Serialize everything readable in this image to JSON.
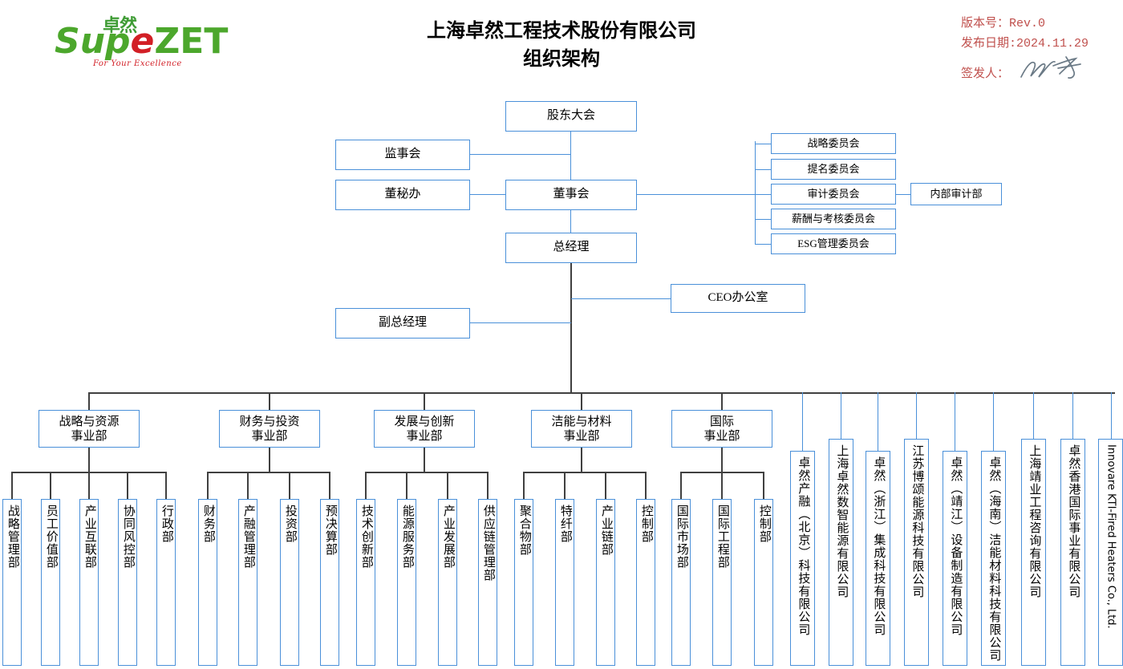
{
  "logo": {
    "chinese_mark": "卓然",
    "word_part1": "Supe",
    "word_part2": "ZET",
    "tagline": "For Your Excellence"
  },
  "header": {
    "title_line1": "上海卓然工程技术股份有限公司",
    "title_line2": "组织架构",
    "version_label": "版本号：Rev.0",
    "release_date_label": "发布日期:2024.11.29",
    "issuer_label": "签发人：",
    "issuer_signature": "handwritten-signature"
  },
  "colors": {
    "box_border": "#4a90d9",
    "connector_blue": "#4a90d9",
    "connector_dark": "#404040",
    "meta_red": "#c0504d",
    "logo_green": "#4ca72c",
    "logo_red": "#d21f26"
  },
  "governance": {
    "shareholders_meeting": "股东大会",
    "supervisory_board": "监事会",
    "board_secretary_office": "董秘办",
    "board_of_directors": "董事会",
    "general_manager": "总经理",
    "deputy_general_manager": "副总经理",
    "ceo_office": "CEO办公室",
    "internal_audit_dept": "内部审计部"
  },
  "committees": [
    "战略委员会",
    "提名委员会",
    "审计委员会",
    "薪酬与考核委员会",
    "ESG管理委员会"
  ],
  "divisions": [
    {
      "name_line1": "战略与资源",
      "name_line2": "事业部",
      "departments": [
        "战略管理部",
        "员工价值部",
        "产业互联部",
        "协同风控部",
        "行政部"
      ]
    },
    {
      "name_line1": "财务与投资",
      "name_line2": "事业部",
      "departments": [
        "财务部",
        "产融管理部",
        "投资部",
        "预决算部"
      ]
    },
    {
      "name_line1": "发展与创新",
      "name_line2": "事业部",
      "departments": [
        "技术创新部",
        "能源服务部",
        "产业发展部",
        "供应链管理部"
      ]
    },
    {
      "name_line1": "洁能与材料",
      "name_line2": "事业部",
      "departments": [
        "聚合物部",
        "特纤部",
        "产业链部",
        "控制部"
      ]
    },
    {
      "name_line1": "国际",
      "name_line2": "事业部",
      "departments": [
        "国际市场部",
        "国际工程部",
        "控制部"
      ]
    }
  ],
  "subsidiaries": [
    "卓然产融（北京）科技有限公司",
    "上海卓然数智能源有限公司",
    "卓然（浙江）集成科技有限公司",
    "江苏博颂能源科技有限公司",
    "卓然（靖江）设备制造有限公司",
    "卓然（海南）洁能材料科技有限公司",
    "上海靖业工程咨询有限公司",
    "卓然香港国际事业有限公司",
    "Innovare KTI-Fired Heaters Co., Ltd."
  ]
}
